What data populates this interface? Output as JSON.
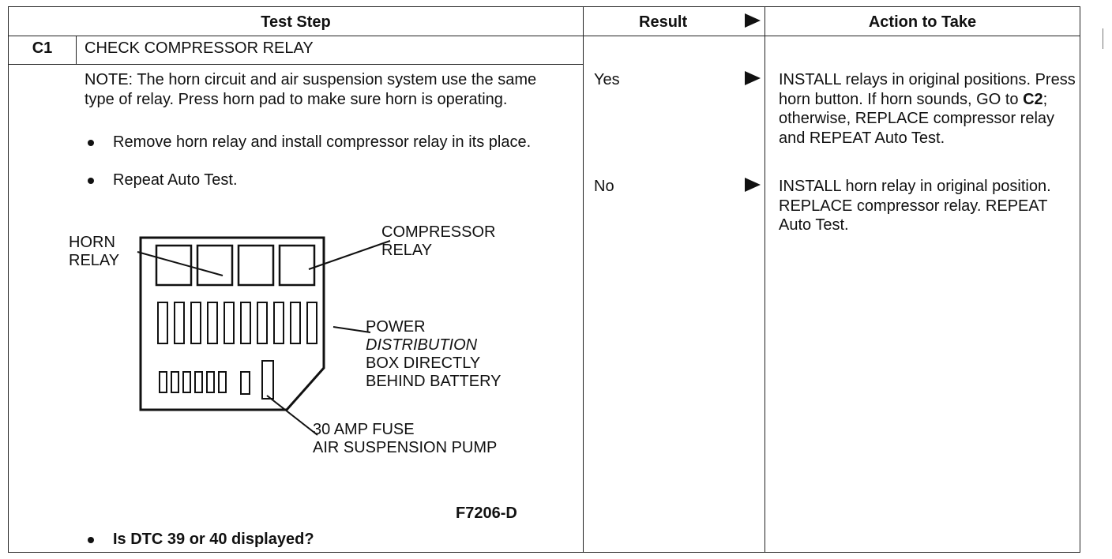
{
  "header": {
    "test_step": "Test Step",
    "result": "Result",
    "action": "Action to Take"
  },
  "step": {
    "id": "C1",
    "title": "CHECK COMPRESSOR RELAY",
    "note_label": "NOTE:",
    "note_text": " The horn circuit and air suspension system use the same type of relay. Press horn pad to make sure horn is operating.",
    "bullets": [
      "Remove horn relay and install compressor relay in its place.",
      "Repeat Auto Test."
    ],
    "question": "Is DTC 39 or 40 displayed?"
  },
  "figure": {
    "horn_relay": [
      "HORN",
      "RELAY"
    ],
    "compressor_relay": [
      "COMPRESSOR",
      "RELAY"
    ],
    "power_box": [
      "POWER",
      "DISTRIBUTION",
      "BOX DIRECTLY",
      "BEHIND BATTERY"
    ],
    "fuse": [
      "30 AMP FUSE",
      "AIR SUSPENSION PUMP"
    ],
    "figure_id": "F7206-D"
  },
  "results": [
    {
      "result": "Yes",
      "action_parts": [
        "INSTALL relays in original positions. Press horn button. If horn sounds, GO to ",
        "C2",
        "; otherwise, REPLACE compressor relay and REPEAT Auto Test."
      ]
    },
    {
      "result": "No",
      "action_parts": [
        "INSTALL horn relay in original position. REPLACE compressor relay. REPEAT Auto Test."
      ]
    }
  ]
}
